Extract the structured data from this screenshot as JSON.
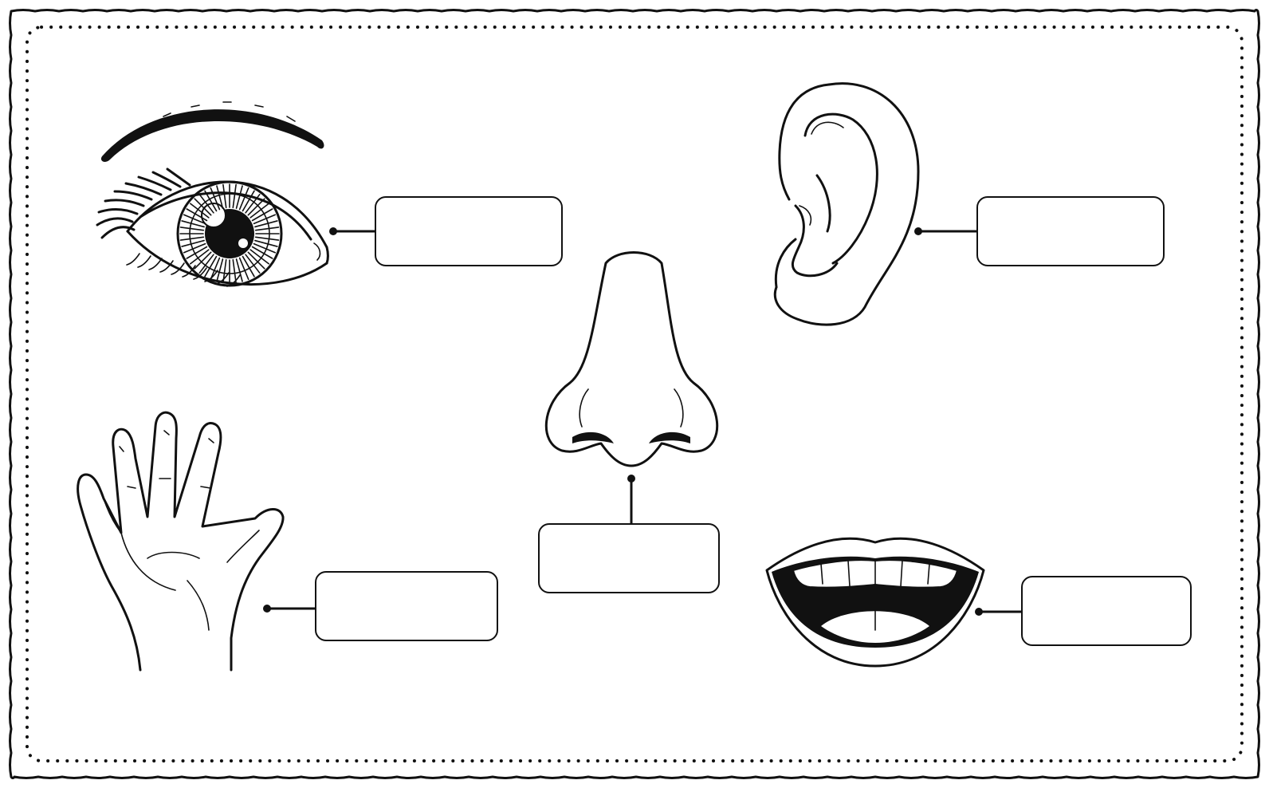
{
  "worksheet": {
    "title": "",
    "border_color": "#111111",
    "background": "#ffffff",
    "items": [
      {
        "id": "eye",
        "icon": "eye-icon",
        "answer": ""
      },
      {
        "id": "ear",
        "icon": "ear-icon",
        "answer": ""
      },
      {
        "id": "nose",
        "icon": "nose-icon",
        "answer": ""
      },
      {
        "id": "hand",
        "icon": "hand-icon",
        "answer": ""
      },
      {
        "id": "mouth",
        "icon": "mouth-icon",
        "answer": ""
      }
    ]
  }
}
